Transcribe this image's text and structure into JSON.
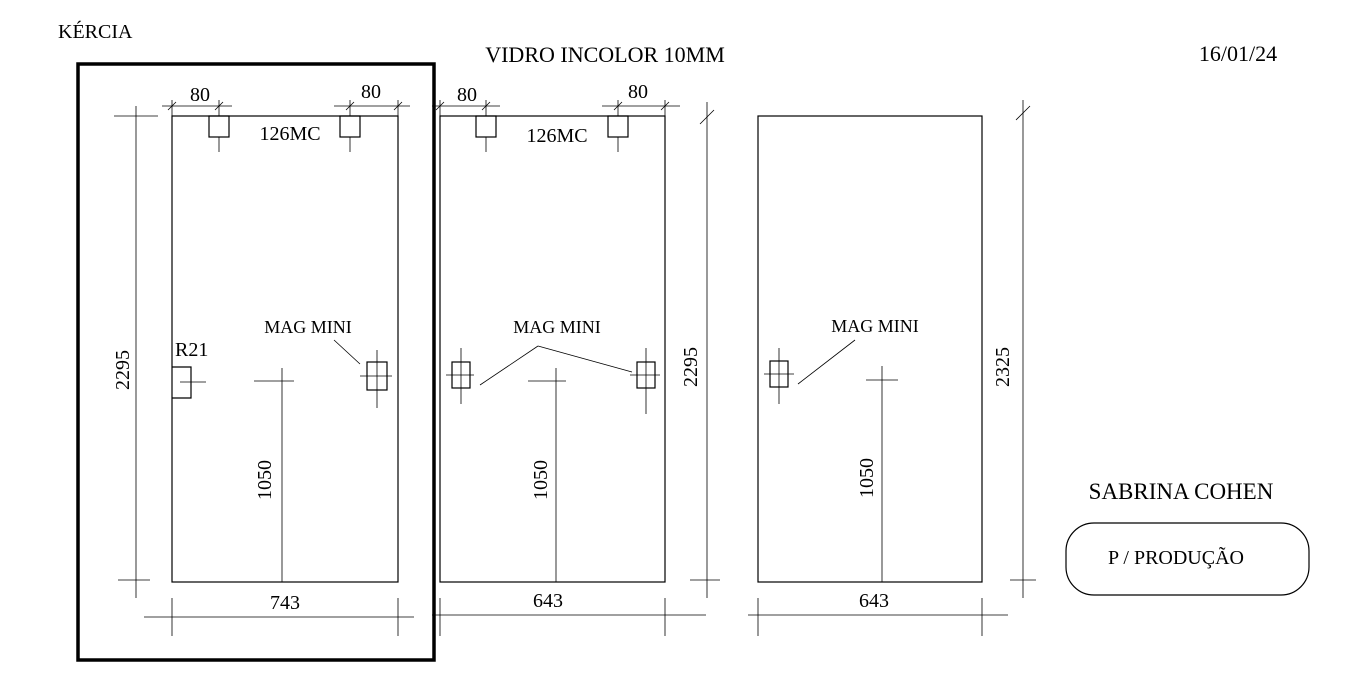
{
  "header": {
    "client": "KÉRCIA",
    "title": "VIDRO INCOLOR 10MM",
    "date": "16/01/24"
  },
  "panels": [
    {
      "width": "743",
      "height": "2295",
      "handle_height": "1050",
      "top_left_dim": "80",
      "top_right_dim": "80",
      "hardware_top": "126MC",
      "lock_label": "R21",
      "hinge_label": "MAG MINI"
    },
    {
      "width": "643",
      "height": "2295",
      "handle_height": "1050",
      "top_left_dim": "80",
      "top_right_dim": "80",
      "hardware_top": "126MC",
      "hinge_label": "MAG MINI"
    },
    {
      "width": "643",
      "height": "2325",
      "handle_height": "1050",
      "hinge_label": "MAG MINI"
    }
  ],
  "client_box": {
    "name": "SABRINA COHEN",
    "status": "P / PRODUÇÃO"
  }
}
